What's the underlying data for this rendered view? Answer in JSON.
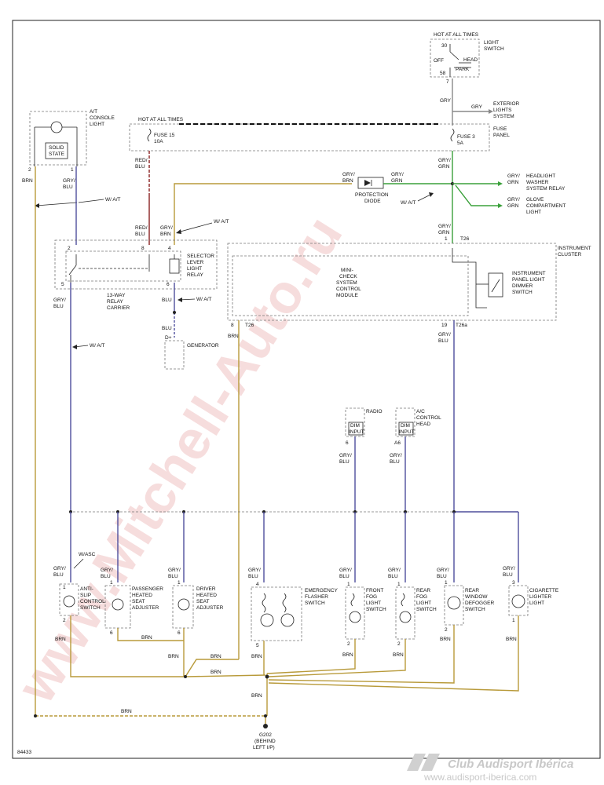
{
  "light_switch": {
    "hot": "HOT AT ALL TIMES",
    "name": "LIGHT",
    "name2": "SWITCH",
    "p30": "30",
    "p58": "58",
    "off": "OFF",
    "head": "HEAD",
    "park": "PARK",
    "p7": "7"
  },
  "exterior": {
    "wire": "GRY",
    "wire2": "GRY",
    "l1": "EXTERIOR",
    "l2": "LIGHTS",
    "l3": "SYSTEM"
  },
  "fuse_panel": {
    "hot": "HOT AT ALL TIMES",
    "fuse15": "FUSE 15",
    "fuse15a": "10A",
    "fuse3": "FUSE 3",
    "fuse3a": "5A",
    "panel1": "FUSE",
    "panel2": "PANEL"
  },
  "console": {
    "l1": "A/T",
    "l2": "CONSOLE",
    "l3": "LIGHT",
    "solid1": "SOLID",
    "solid2": "STATE",
    "p2": "2",
    "p1": "1",
    "brn": "BRN",
    "gry": "GRY/",
    "blu": "BLU",
    "wat": "W/ A/T"
  },
  "wires": {
    "red": "RED/",
    "blu": "BLU",
    "gry_brn1": "GRY/",
    "gry_brn2": "BRN",
    "gry_grn1": "GRY/",
    "gry_grn2": "GRN",
    "wat": "W/ A/T"
  },
  "diode": {
    "l1": "PROTECTION",
    "l2": "DIODE",
    "w1": "GRY/",
    "w2": "BRN",
    "w3": "GRY/",
    "w4": "GRN"
  },
  "headlight": {
    "w1": "GRY/",
    "w2": "GRN",
    "l1": "HEADLIGHT",
    "l2": "WASHER",
    "l3": "SYSTEM RELAY"
  },
  "glove": {
    "w1": "GRY/",
    "w2": "GRN",
    "l1": "GLOVE",
    "l2": "COMPARTMENT",
    "l3": "LIGHT"
  },
  "relay": {
    "p2": "2",
    "p8": "8",
    "p4": "4",
    "p5": "5",
    "p6": "6",
    "l1": "SELECTOR",
    "l2": "LEVER",
    "l3": "LIGHT",
    "l4": "RELAY",
    "c1": "13-WAY",
    "c2": "RELAY",
    "c3": "CARRIER",
    "gry": "GRY/",
    "blu": "BLU",
    "blu2": "BLU",
    "wat": "W/ A/T"
  },
  "generator": {
    "blu": "BLU",
    "dplus": "D+",
    "name": "GENERATOR",
    "wat": "W/ A/T"
  },
  "cluster": {
    "name1": "INSTRUMENT",
    "name2": "CLUSTER",
    "t26": "T26",
    "p1": "1",
    "mini1": "MINI-",
    "mini2": "CHECK",
    "mini3": "SYSTEM",
    "mini4": "CONTROL",
    "mini5": "MODULE",
    "dim1": "INSTRUMENT",
    "dim2": "PANEL LIGHT",
    "dim3": "DIMMER",
    "dim4": "SWITCH",
    "p8": "8",
    "t26b": "T26",
    "p19": "19",
    "t26a": "T26a",
    "brn": "BRN",
    "gry": "GRY/",
    "blu": "BLU"
  },
  "radio": {
    "name": "RADIO",
    "dim1": "DIM",
    "dim2": "INPUT",
    "pin": "6",
    "gry": "GRY/",
    "blu": "BLU"
  },
  "ac": {
    "l1": "A/C",
    "l2": "CONTROL",
    "l3": "HEAD",
    "dim1": "DIM",
    "dim2": "INPUT",
    "pin": "A6",
    "gry": "GRY/",
    "blu": "BLU"
  },
  "lower": {
    "wasc": "W/ASC",
    "wat": "W/ A/T"
  },
  "sw1": {
    "gry": "GRY/",
    "blu": "BLU",
    "p1": "1",
    "p2": "2",
    "l1": "ANTI-",
    "l2": "SLIP",
    "l3": "CONTROL",
    "l4": "SWITCH",
    "brn": "BRN"
  },
  "sw2": {
    "gry": "GRY/",
    "blu": "BLU",
    "p1": "1",
    "p6": "6",
    "l1": "PASSENGER",
    "l2": "HEATED",
    "l3": "SEAT",
    "l4": "ADJUSTER",
    "brn": "BRN"
  },
  "sw3": {
    "gry": "GRY/",
    "blu": "BLU",
    "p1": "1",
    "p6": "6",
    "l1": "DRIVER",
    "l2": "HEATED",
    "l3": "SEAT",
    "l4": "ADJUSTER"
  },
  "sw4": {
    "gry": "GRY/",
    "blu": "BLU",
    "p4": "4",
    "p5": "5",
    "l1": "EMERGENCY",
    "l2": "FLASHER",
    "l3": "SWITCH",
    "brn": "BRN"
  },
  "sw5": {
    "gry": "GRY/",
    "blu": "BLU",
    "p1": "1",
    "p2": "2",
    "l1": "FRONT",
    "l2": "FOG",
    "l3": "LIGHT",
    "l4": "SWITCH",
    "brn": "BRN"
  },
  "sw6": {
    "gry": "GRY/",
    "blu": "BLU",
    "p1": "1",
    "p2": "2",
    "l1": "REAR",
    "l2": "FOG",
    "l3": "LIGHT",
    "l4": "SWITCH",
    "brn": "BRN"
  },
  "sw7": {
    "gry": "GRY/",
    "blu": "BLU",
    "p1": "1",
    "p2": "2",
    "l1": "REAR",
    "l2": "WINDOW",
    "l3": "DEFOGGER",
    "l4": "SWITCH",
    "brn": "BRN"
  },
  "sw8": {
    "gry": "GRY/",
    "blu": "BLU",
    "p3": "3",
    "p1": "1",
    "l1": "CIGARETTE",
    "l2": "LIGHTER",
    "l3": "LIGHT",
    "brn": "BRN"
  },
  "ground": {
    "brn1": "BRN",
    "brn2": "BRN",
    "brn3": "BRN",
    "brn4": "BRN",
    "brn5": "BRN",
    "name": "G202",
    "l1": "(BEHIND",
    "l2": "LEFT I/P)"
  },
  "footer": {
    "fig": "84433",
    "club": "Club Audisport Ibérica",
    "url": "www.audisport-iberica.com"
  },
  "watermark": "www.Mitchell-Auto.ru"
}
